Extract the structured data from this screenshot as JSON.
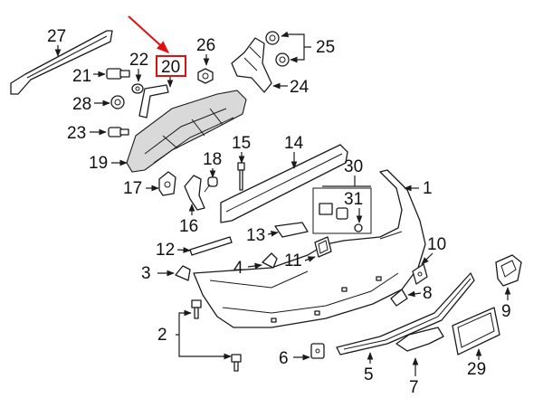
{
  "diagram": {
    "callouts": {
      "c1": "1",
      "c2": "2",
      "c3": "3",
      "c4": "4",
      "c5": "5",
      "c6": "6",
      "c7": "7",
      "c8": "8",
      "c9": "9",
      "c10": "10",
      "c11": "11",
      "c12": "12",
      "c13": "13",
      "c14": "14",
      "c15": "15",
      "c16": "16",
      "c17": "17",
      "c18": "18",
      "c19": "19",
      "c20": "20",
      "c21": "21",
      "c22": "22",
      "c23": "23",
      "c24": "24",
      "c25": "25",
      "c26": "26",
      "c27": "27",
      "c28": "28",
      "c29": "29",
      "c30": "30",
      "c31": "31"
    },
    "highlighted_callout": "20",
    "colors": {
      "line": "#1a1a1a",
      "highlight": "#e01010",
      "background": "#ffffff",
      "shade": "#d9d9d9"
    }
  }
}
